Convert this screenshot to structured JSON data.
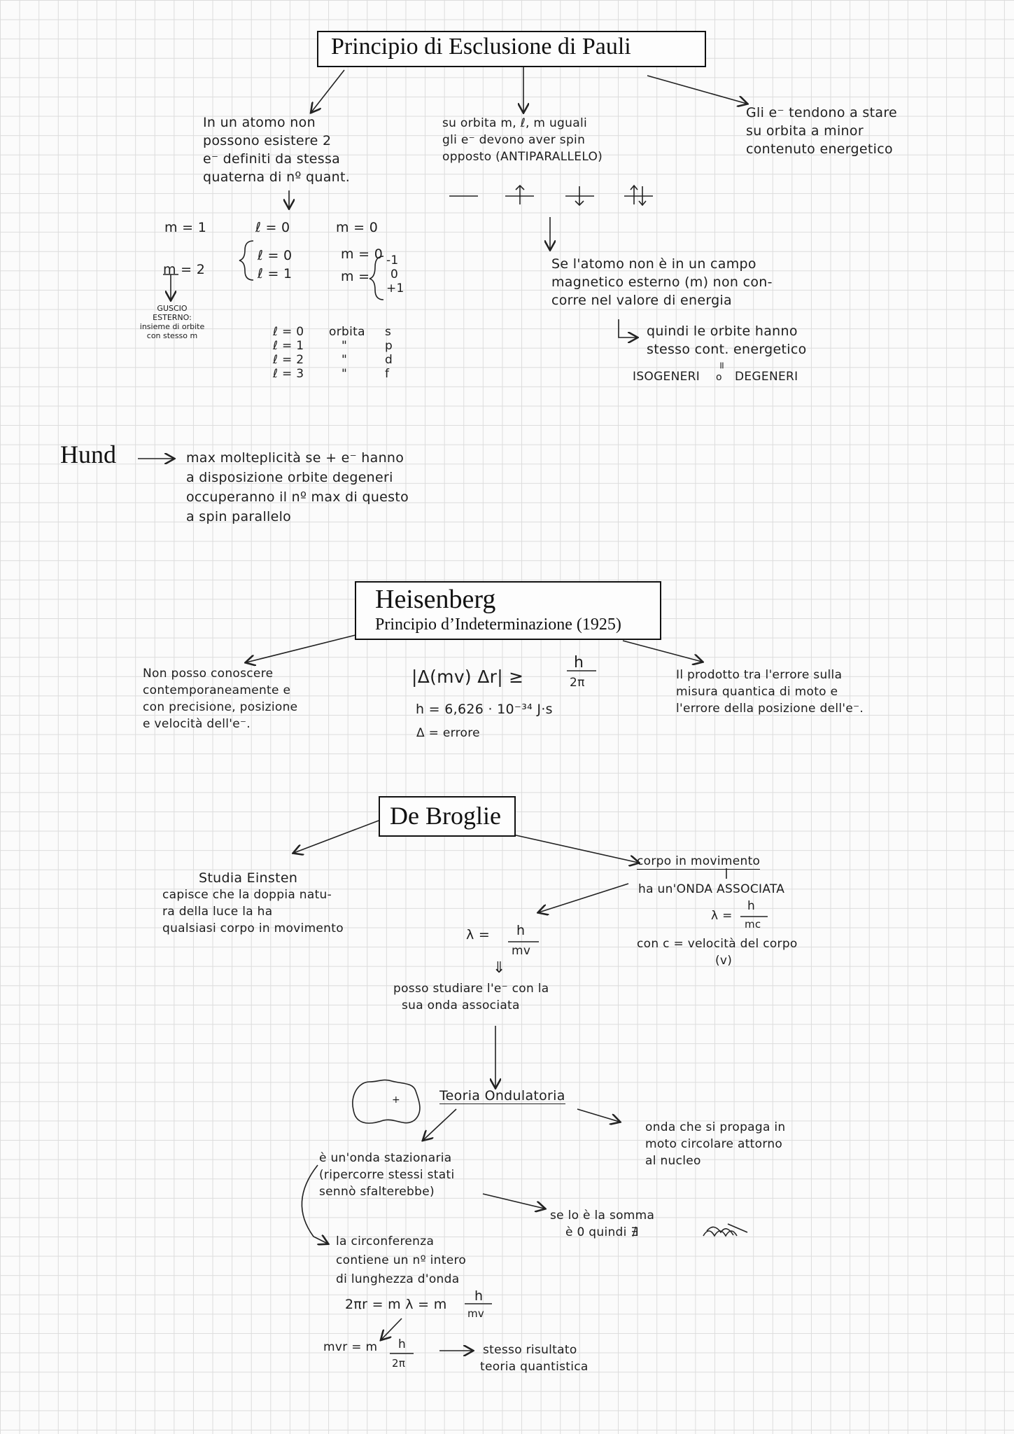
{
  "pauli": {
    "title": "Principio di Esclusione di Pauli",
    "left": [
      "In un atomo non",
      "possono esistere 2",
      "e⁻ definiti da stessa",
      "quaterna di nº quant."
    ],
    "middle": [
      "su orbita m, ℓ, m uguali",
      "gli e⁻ devono aver spin",
      "opposto (ANTIPARALLELO)"
    ],
    "right": [
      "Gli e⁻ tendono a stare",
      "su orbita a minor",
      "contenuto energetico"
    ],
    "spin_symbols": [
      "—",
      "↑",
      "↓",
      "↑↓"
    ],
    "qn": {
      "n1": "m = 1",
      "l0": "ℓ = 0",
      "m0": "m = 0",
      "l0b": "ℓ = 0",
      "l1": "ℓ = 1",
      "m0b": "m = 0",
      "mEq": "m =",
      "mvals": [
        "-1",
        "0",
        "+1"
      ],
      "n2": "m = 2",
      "shell_note": [
        "GUSCIO ESTERNO:",
        "insieme di orbite",
        "con stesso m"
      ]
    },
    "orbitals": [
      {
        "l": "ℓ = 0",
        "w": "orbita",
        "s": "s"
      },
      {
        "l": "ℓ = 1",
        "w": "\"",
        "s": "p"
      },
      {
        "l": "ℓ = 2",
        "w": "\"",
        "s": "d"
      },
      {
        "l": "ℓ = 3",
        "w": "\"",
        "s": "f"
      }
    ],
    "field_note": [
      "Se l'atomo non è in un campo",
      "magnetico esterno (m) non con-",
      "corre nel valore di energia"
    ],
    "degenerate": [
      "quindi le orbite hanno",
      "stesso cont. energetico"
    ],
    "iso": "ISOGENERI",
    "eq_sign": "=",
    "o": "o",
    "deg": "DEGENERI"
  },
  "hund": {
    "title": "Hund",
    "text": [
      "max molteplicità se + e⁻ hanno",
      "a disposizione orbite degeneri",
      "occuperanno il nº max di questo",
      "a spin parallelo"
    ]
  },
  "heisenberg": {
    "title": "Heisenberg",
    "subtitle": "Principio d’Indeterminazione (1925)",
    "left": [
      "Non posso conoscere",
      "contemporaneamente e",
      "con precisione, posizione",
      "e velocità dell'e⁻."
    ],
    "formula": "|Δ(mv) Δr| ≥",
    "formula_num": "h",
    "formula_den": "2π",
    "h_value": "h = 6,626 · 10⁻³⁴ J·s",
    "delta": "Δ = errore",
    "right": [
      "Il prodotto tra l'errore sulla",
      "misura quantica di moto e",
      "l'errore della posizione dell'e⁻."
    ]
  },
  "debroglie": {
    "title": "De Broglie",
    "left": [
      "Studia Einsten",
      "capisce che la doppia natu-",
      "ra della luce la ha",
      "qualsiasi corpo in movimento"
    ],
    "corpo": "corpo in movimento",
    "onda_assoc": "ha un'ONDA ASSOCIATA",
    "lambda_r": "λ =",
    "h_r": "h",
    "mc": "mc",
    "c_def": [
      "con c = velocità del corpo",
      "(v)"
    ],
    "lambda_c": "λ =",
    "h_c": "h",
    "mv": "mv",
    "implies": "⇓",
    "studio": [
      "posso studiare l'e⁻ con la",
      "sua onda associata"
    ],
    "teoria": "Teoria Ondulatoria",
    "onda_prop": [
      "onda che si propaga in",
      "moto circolare attorno",
      "al nucleo"
    ],
    "stazionaria": [
      "è un'onda stazionaria",
      "(ripercorre stessi stati",
      "sennò sfalterebbe)"
    ],
    "somma": [
      "se lo è la somma",
      "è 0 quindi ∄"
    ],
    "circ": [
      "la circonferenza",
      "contiene un nº intero",
      "di lunghezza d'onda"
    ],
    "eq1": "2πr = m λ = m",
    "eq1_num": "h",
    "eq1_den": "mv",
    "eq2": "mvr = m",
    "eq2_num": "h",
    "eq2_den": "2π",
    "result": [
      "stesso risultato",
      "teoria quantistica"
    ]
  }
}
